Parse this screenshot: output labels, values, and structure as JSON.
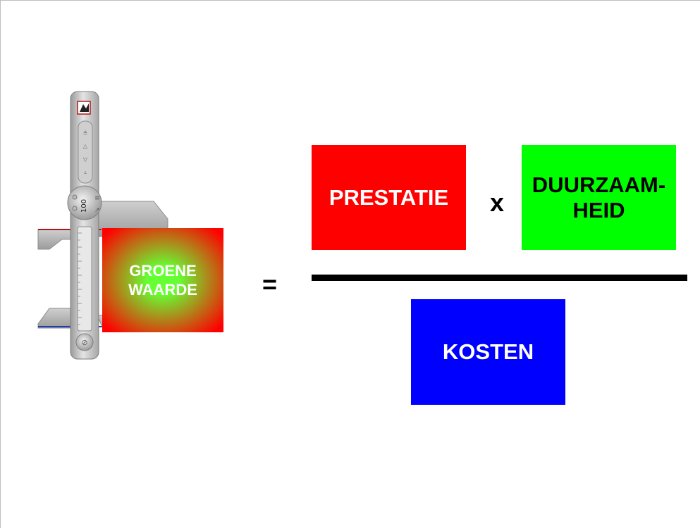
{
  "diagram": {
    "numerator_left": {
      "label": "PRESTATIE",
      "color": "#ff0000"
    },
    "operator_multiply": "x",
    "numerator_right": {
      "label_line1": "DUURZAAM-",
      "label_line2": "HEID",
      "color": "#00ff00"
    },
    "denominator": {
      "label": "KOSTEN",
      "color": "#0000ff"
    },
    "operator_equals": "=",
    "result": {
      "label_line1": "GROENE",
      "label_line2": "WAARDE",
      "gradient_center": "#66ff33",
      "gradient_edge": "#ff0000"
    }
  },
  "caliper_tool": {
    "icon": "caliper-ruler-icon",
    "zoom_value": "100"
  }
}
